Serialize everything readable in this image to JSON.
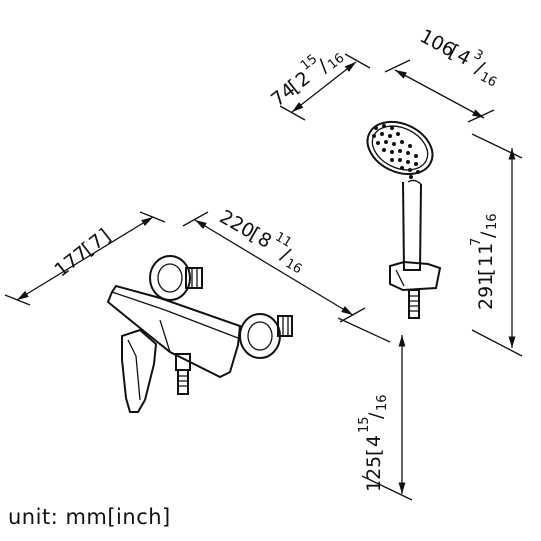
{
  "dimensions": {
    "handshower_depth": {
      "mm": "74",
      "inch_whole": "2",
      "inch_num": "15",
      "inch_den": "16"
    },
    "handshower_width": {
      "mm": "106",
      "inch_whole": "4",
      "inch_num": "3",
      "inch_den": "16"
    },
    "handshower_height": {
      "mm": "291",
      "inch_whole": "11",
      "inch_num": "7",
      "inch_den": "16"
    },
    "mixer_depth": {
      "mm": "177",
      "inch_whole": "7"
    },
    "mixer_width": {
      "mm": "220",
      "inch_whole": "8",
      "inch_num": "11",
      "inch_den": "16"
    },
    "mixer_height": {
      "mm": "125",
      "inch_whole": "4",
      "inch_num": "15",
      "inch_den": "16"
    }
  },
  "unit_label": "unit: mm[inch]"
}
